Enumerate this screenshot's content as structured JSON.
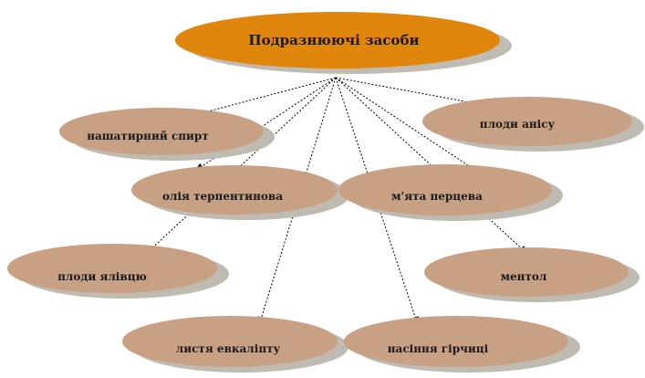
{
  "root": {
    "label": "Подразнюючі засоби",
    "fill": "#e0860c",
    "shadow": "#c0bcb4"
  },
  "nodes": [
    {
      "id": "nashatyrnyi-spyrt",
      "label": "нашатирний  спирт"
    },
    {
      "id": "plody-anisu",
      "label": "плоди анісу"
    },
    {
      "id": "oliia-terpentynova",
      "label": "олія терпентинова"
    },
    {
      "id": "miata-pertseva",
      "label": "м'ята перцева"
    },
    {
      "id": "plody-yalivtsiu",
      "label": "плоди ялівцю"
    },
    {
      "id": "mentol",
      "label": "ментол"
    },
    {
      "id": "lystia-evkaliptu",
      "label": "листя евкаліпту"
    },
    {
      "id": "nasinnia-hirchytsi",
      "label": "насіння гірчиці"
    }
  ],
  "colors": {
    "node_fill": "#c8a184",
    "node_shadow": "#bfbab2",
    "arrow": "#000000"
  }
}
